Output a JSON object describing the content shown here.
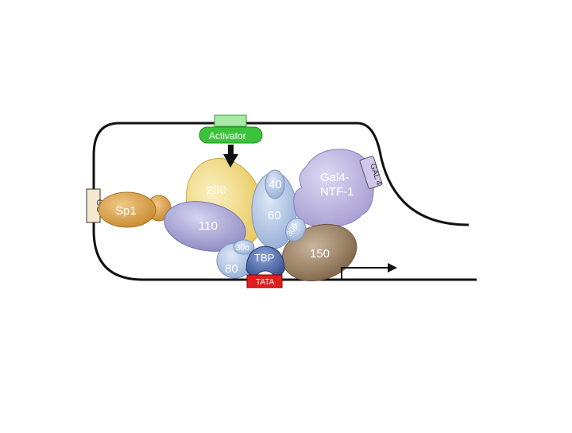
{
  "diagram": {
    "activator_label": "Activator",
    "gc_label": "GC",
    "sp1_label": "Sp1",
    "gal4_box_label": "GAL 4",
    "gal4_ntf_label_line1": "Gal4-",
    "gal4_ntf_label_line2": "NTF-1",
    "taf_250_label": "250",
    "taf_110_label": "110",
    "taf_80_label": "80",
    "taf_30a_label": "30α",
    "taf_40_label": "40",
    "taf_60_label": "60",
    "taf_30b_label": "30β",
    "tbp_label": "TBP",
    "tata_label": "TATA",
    "taf_150_label": "150",
    "colors": {
      "activator": "#3cc23c",
      "activator_tab": "#a8e8a8",
      "sp1": "#d9a04a",
      "taf250": "#f1d77a",
      "taf110": "#a9a6d6",
      "blue_tafs": "#b6c8e6",
      "gal4_ntf": "#b9b0dc",
      "taf150": "#9a8164",
      "tbp": "#4d66a4",
      "tata": "#e01e1e",
      "gc_box": "#f3e7cf"
    }
  }
}
